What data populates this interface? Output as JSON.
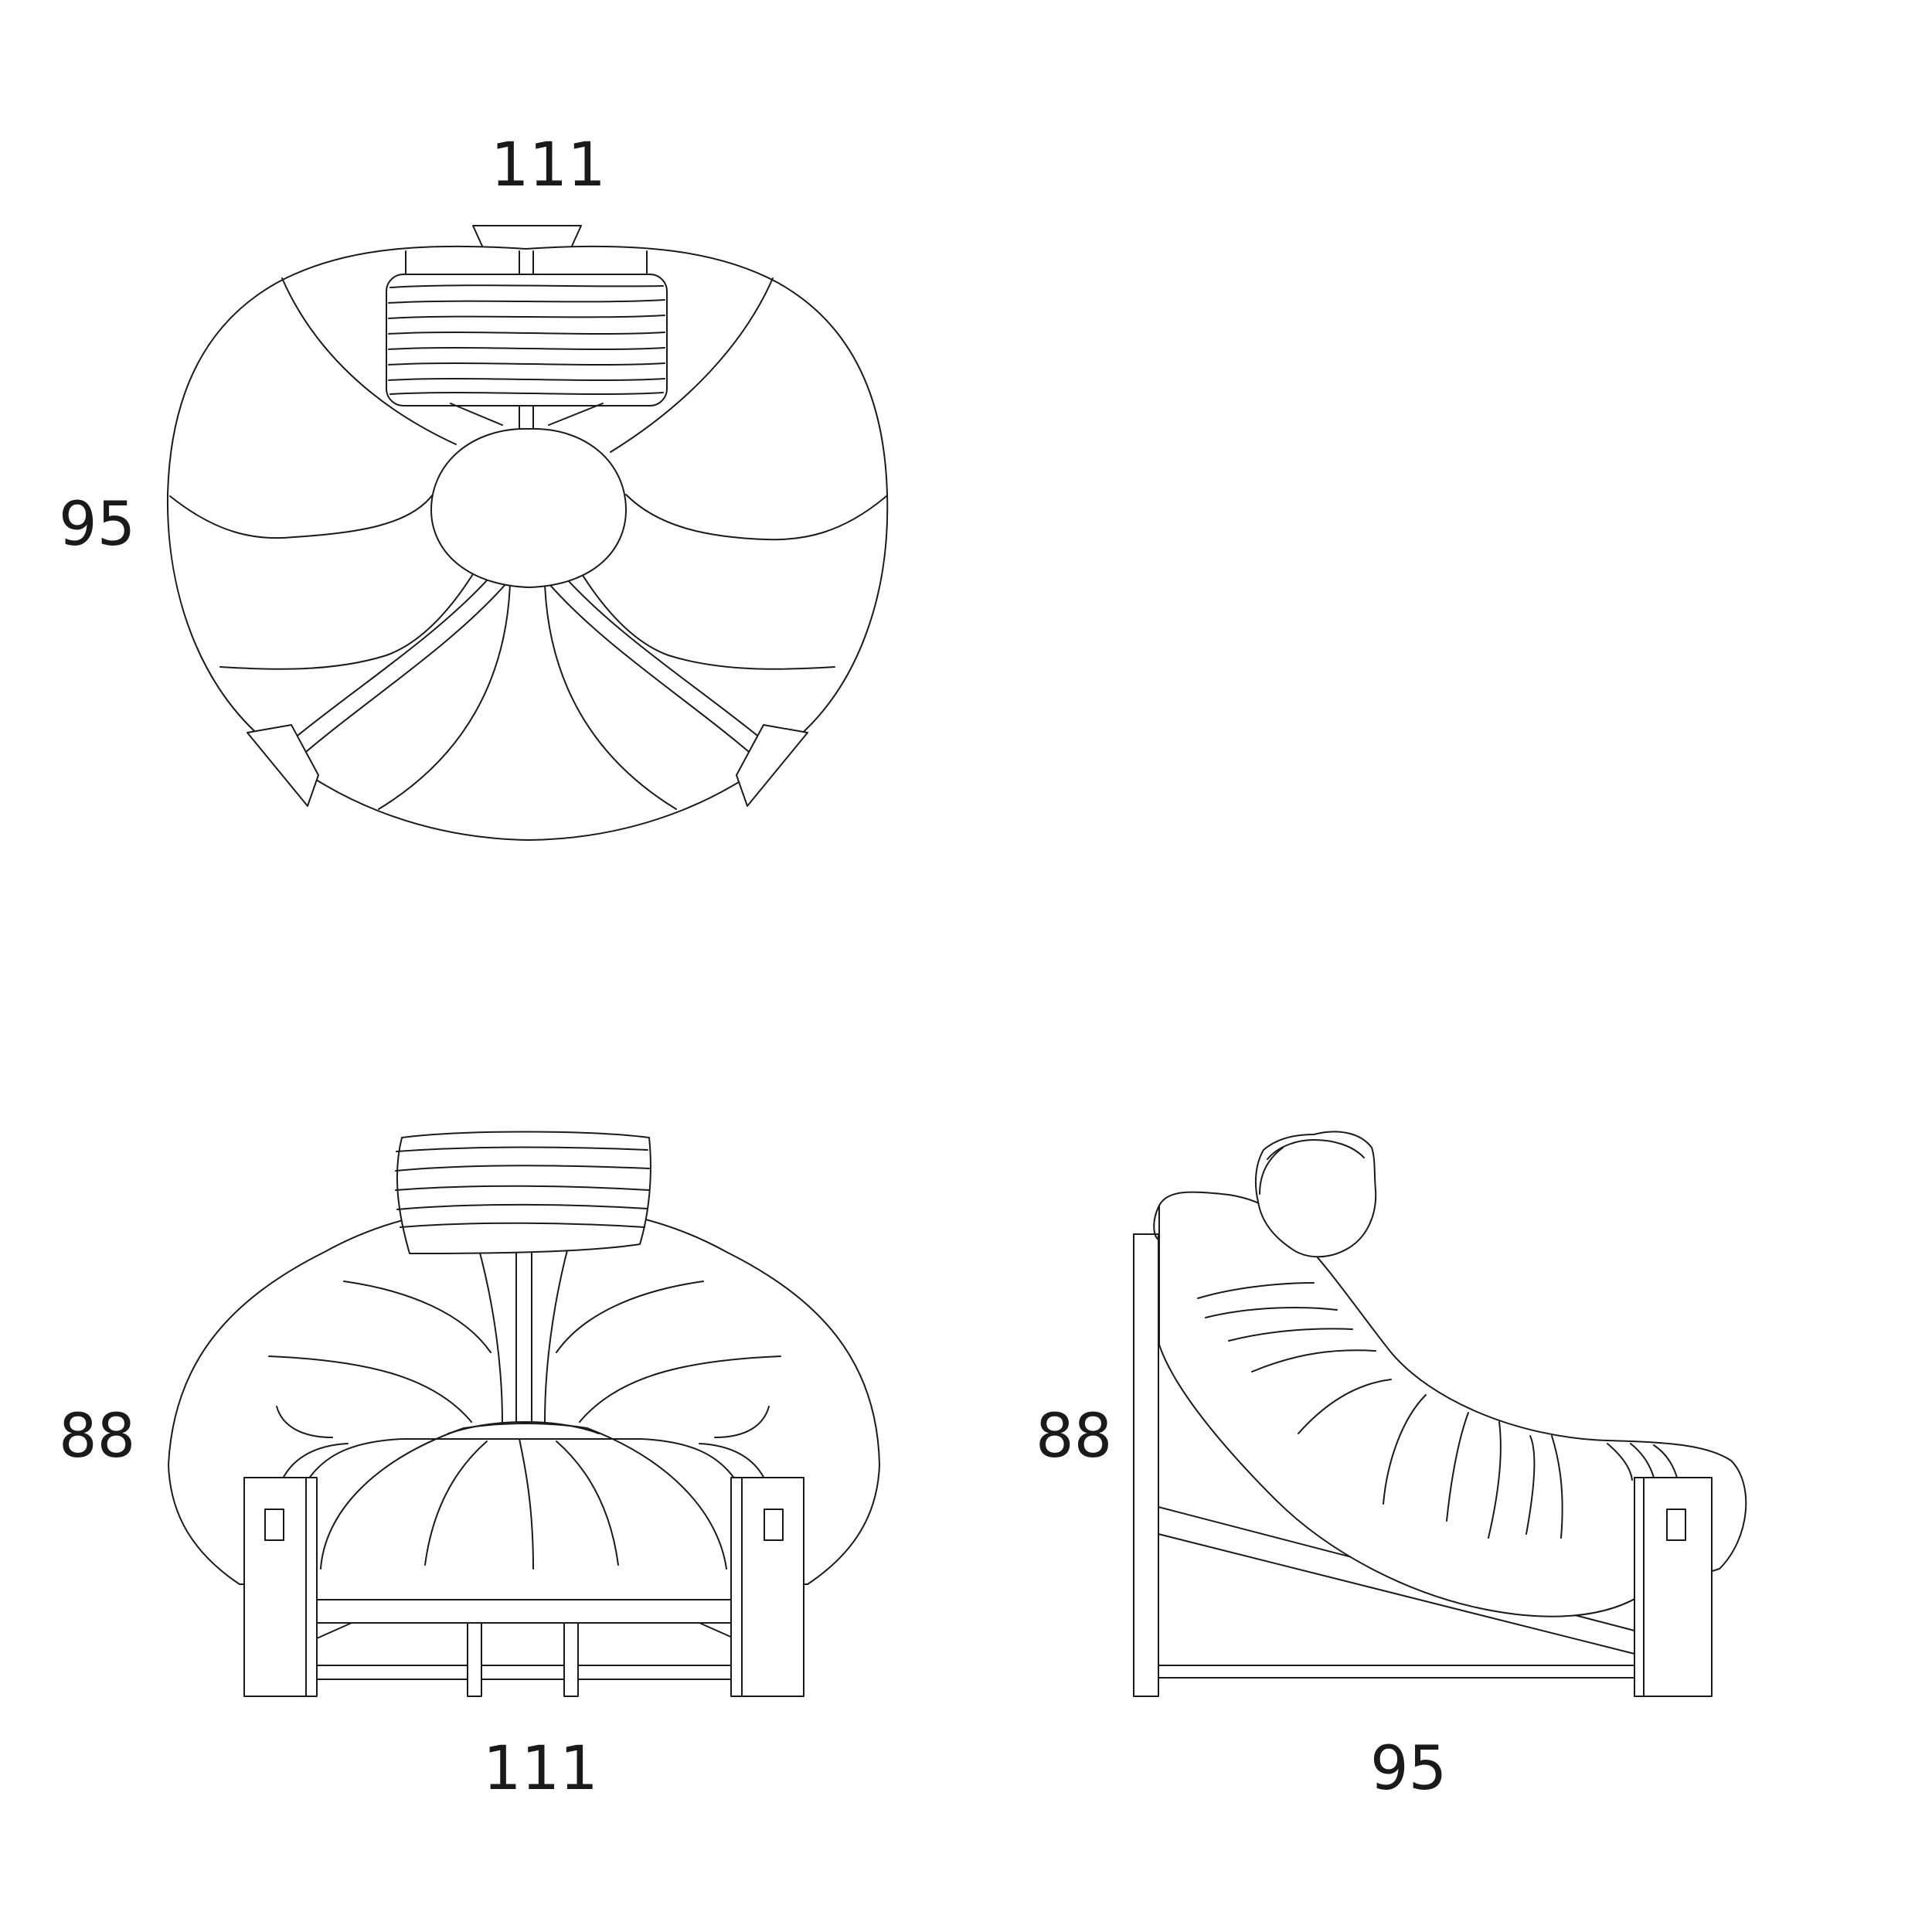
{
  "dimensions": {
    "top_view_width": "111",
    "top_view_depth": "95",
    "front_view_height": "88",
    "front_view_width": "111",
    "side_view_height": "88",
    "side_view_depth": "95"
  },
  "colors": {
    "line": "#1a1a1a",
    "background": "#ffffff"
  }
}
